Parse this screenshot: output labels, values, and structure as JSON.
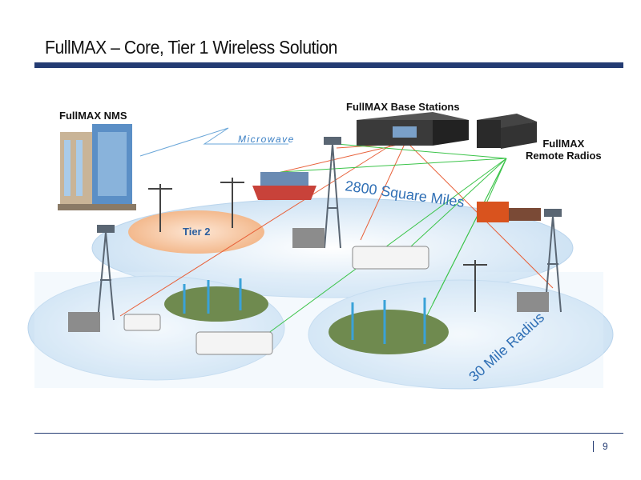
{
  "title": "FullMAX – Core, Tier 1 Wireless Solution",
  "page_number": "9",
  "diagram": {
    "labels": {
      "nms": "FullMAX NMS",
      "base_stations": "FullMAX Base Stations",
      "remote_radios_1": "FullMAX",
      "remote_radios_2": "Remote Radios",
      "microwave": "Microwave",
      "coverage_area": "2800 Square Miles",
      "tier2": "Tier 2",
      "radius": "30 Mile Radius"
    },
    "colors": {
      "brand": "#243c73",
      "link_red": "#e8613a",
      "link_green": "#3cc44a",
      "coverage": "#d6e8f6",
      "tier2": "#f6c9a6"
    }
  }
}
